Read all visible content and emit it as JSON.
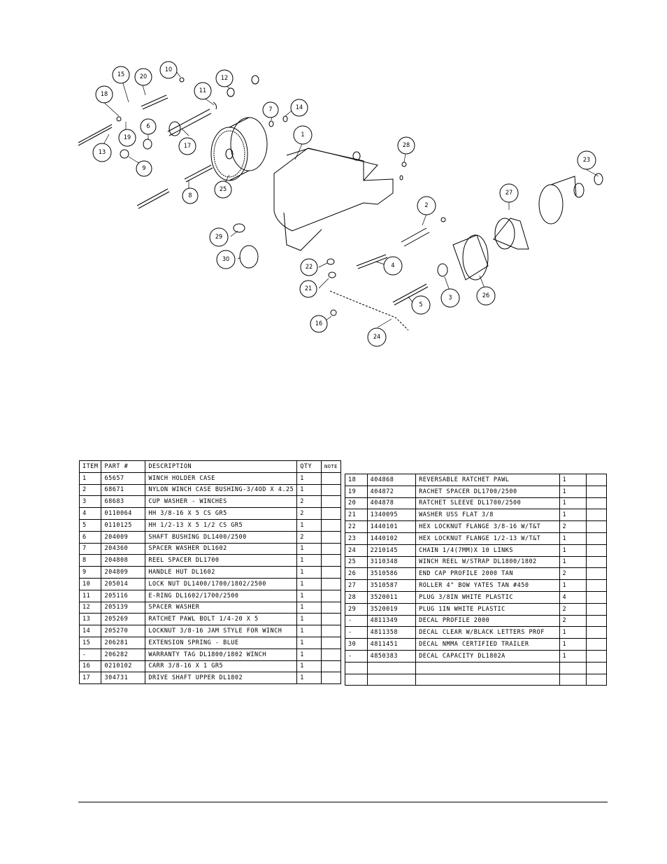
{
  "table_headers": {
    "item": "ITEM",
    "part": "PART #",
    "description": "DESCRIPTION",
    "qty": "QTY",
    "note": "NOTE"
  },
  "left_rows": [
    {
      "item": "1",
      "part": "65657",
      "desc": "WINCH HOLDER CASE",
      "qty": "1",
      "note": ""
    },
    {
      "item": "2",
      "part": "68671",
      "desc": "NYLON WINCH CASE BUSHING-3/4OD X 4.25",
      "qty": "1",
      "note": ""
    },
    {
      "item": "3",
      "part": "68683",
      "desc": "CUP WASHER - WINCHES",
      "qty": "2",
      "note": ""
    },
    {
      "item": "4",
      "part": "0110064",
      "desc": "HH 3/8-16 X 5 CS GR5",
      "qty": "2",
      "note": ""
    },
    {
      "item": "5",
      "part": "0110125",
      "desc": "HH 1/2-13 X 5 1/2 CS GR5",
      "qty": "1",
      "note": ""
    },
    {
      "item": "6",
      "part": "204009",
      "desc": "SHAFT BUSHING  DL1400/2500",
      "qty": "2",
      "note": ""
    },
    {
      "item": "7",
      "part": "204360",
      "desc": "SPACER WASHER  DL1602",
      "qty": "1",
      "note": ""
    },
    {
      "item": "8",
      "part": "204808",
      "desc": "REEL SPACER  DL1700",
      "qty": "1",
      "note": ""
    },
    {
      "item": "9",
      "part": "204809",
      "desc": "HANDLE HUT  DL1602",
      "qty": "1",
      "note": ""
    },
    {
      "item": "10",
      "part": "205014",
      "desc": "LOCK NUT  DL1400/1700/1802/2500",
      "qty": "1",
      "note": ""
    },
    {
      "item": "11",
      "part": "205116",
      "desc": "E-RING DL1602/1700/2500",
      "qty": "1",
      "note": ""
    },
    {
      "item": "12",
      "part": "205139",
      "desc": "SPACER WASHER",
      "qty": "1",
      "note": ""
    },
    {
      "item": "13",
      "part": "205269",
      "desc": "RATCHET PAWL BOLT 1/4-20 X 5",
      "qty": "1",
      "note": ""
    },
    {
      "item": "14",
      "part": "205270",
      "desc": "LOCKNUT 3/8-16 JAM STYLE FOR WINCH",
      "qty": "1",
      "note": ""
    },
    {
      "item": "15",
      "part": "206281",
      "desc": "EXTENSION SPRING - BLUE",
      "qty": "1",
      "note": ""
    },
    {
      "item": "-",
      "part": "206282",
      "desc": "WARRANTY TAG DL1800/1802 WINCH",
      "qty": "1",
      "note": ""
    },
    {
      "item": "16",
      "part": "0210102",
      "desc": "CARR 3/8-16 X 1 GR5",
      "qty": "1",
      "note": ""
    },
    {
      "item": "17",
      "part": "304731",
      "desc": "DRIVE SHAFT UPPER  DL1802",
      "qty": "1",
      "note": ""
    }
  ],
  "right_rows": [
    {
      "item": "18",
      "part": "404868",
      "desc": "REVERSABLE RATCHET PAWL",
      "qty": "1",
      "note": ""
    },
    {
      "item": "19",
      "part": "404872",
      "desc": "RACHET SPACER  DL1700/2500",
      "qty": "1",
      "note": ""
    },
    {
      "item": "20",
      "part": "404878",
      "desc": "RATCHET SLEEVE  DL1700/2500",
      "qty": "1",
      "note": ""
    },
    {
      "item": "21",
      "part": "1340095",
      "desc": "WASHER USS FLAT 3/8",
      "qty": "1",
      "note": ""
    },
    {
      "item": "22",
      "part": "1440101",
      "desc": "HEX LOCKNUT FLANGE 3/8-16 W/T&T",
      "qty": "2",
      "note": ""
    },
    {
      "item": "23",
      "part": "1440102",
      "desc": "HEX LOCKNUT FLANGE 1/2-13 W/T&T",
      "qty": "1",
      "note": ""
    },
    {
      "item": "24",
      "part": "2210145",
      "desc": "CHAIN 1/4(7MM)X 10 LINKS",
      "qty": "1",
      "note": ""
    },
    {
      "item": "25",
      "part": "3110348",
      "desc": "WINCH REEL W/STRAP  DL1800/1802",
      "qty": "1",
      "note": ""
    },
    {
      "item": "26",
      "part": "3510586",
      "desc": "END CAP PROFILE 2000 TAN",
      "qty": "2",
      "note": ""
    },
    {
      "item": "27",
      "part": "3510587",
      "desc": "ROLLER 4\" BOW YATES TAN #450",
      "qty": "1",
      "note": ""
    },
    {
      "item": "28",
      "part": "3520011",
      "desc": "PLUG  3/8IN WHITE PLASTIC",
      "qty": "4",
      "note": ""
    },
    {
      "item": "29",
      "part": "3520019",
      "desc": "PLUG  1IN WHITE PLASTIC",
      "qty": "2",
      "note": ""
    },
    {
      "item": "-",
      "part": "4811349",
      "desc": "DECAL PROFILE 2000",
      "qty": "2",
      "note": ""
    },
    {
      "item": "-",
      "part": "4811358",
      "desc": "DECAL CLEAR W/BLACK LETTERS PROF",
      "qty": "1",
      "note": ""
    },
    {
      "item": "30",
      "part": "4811451",
      "desc": " DECAL NMMA CERTIFIED TRAILER",
      "qty": "1",
      "note": ""
    },
    {
      "item": "-",
      "part": "4850383",
      "desc": "DECAL CAPACITY DL1802A",
      "qty": "1",
      "note": ""
    },
    {
      "item": "",
      "part": "",
      "desc": "",
      "qty": "",
      "note": ""
    },
    {
      "item": "",
      "part": "",
      "desc": "",
      "qty": "",
      "note": ""
    }
  ],
  "callouts": [
    "1",
    "2",
    "3",
    "4",
    "5",
    "6",
    "7",
    "8",
    "9",
    "10",
    "11",
    "12",
    "13",
    "14",
    "15",
    "16",
    "17",
    "18",
    "19",
    "20",
    "21",
    "22",
    "23",
    "24",
    "25",
    "26",
    "27",
    "28",
    "29",
    "30"
  ]
}
